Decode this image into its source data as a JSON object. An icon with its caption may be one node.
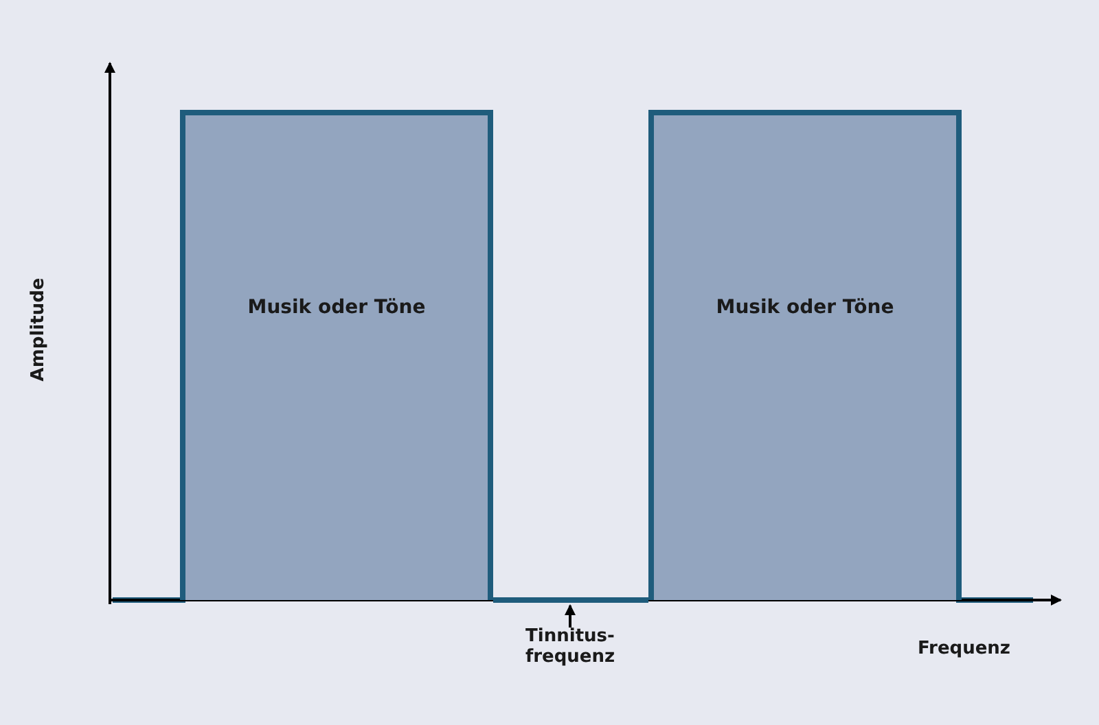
{
  "diagram": {
    "nodes": [
      {
        "text": [
          "Musik oder Töne"
        ]
      },
      {
        "text": [
          "Musik oder Töne"
        ]
      },
      {
        "text": [
          "Tinnitus- frequenz"
        ]
      },
      {
        "text": [],
        "shape": "bar"
      }
    ],
    "edges": [
      {
        "from": 2,
        "to": 3,
        "arrow": "to"
      }
    ],
    "labels": [
      "Amplitude",
      "Frequenz"
    ]
  }
}
